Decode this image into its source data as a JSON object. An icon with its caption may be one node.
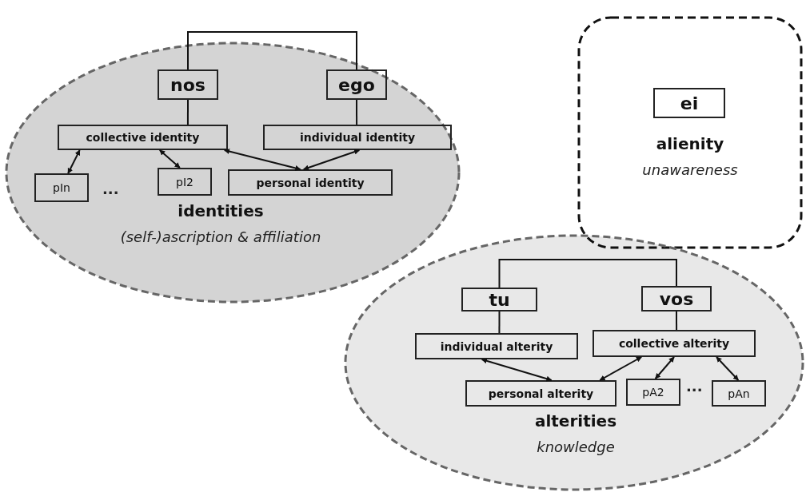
{
  "diagram": {
    "nodes": [
      {
        "text": [
          "identities",
          "(self-)ascription & affiliation"
        ]
      },
      {
        "text": [
          "nos"
        ],
        "in": 0
      },
      {
        "text": [
          "ego"
        ],
        "in": 0
      },
      {
        "text": [
          "collective identity"
        ],
        "in": 0
      },
      {
        "text": [
          "individual identity"
        ],
        "in": 0
      },
      {
        "text": [
          "pIn"
        ],
        "in": 0
      },
      {
        "text": [
          "pI2"
        ],
        "in": 0
      },
      {
        "text": [
          "personal identity"
        ],
        "in": 0
      },
      {
        "text": [
          "alienity",
          "unawareness"
        ]
      },
      {
        "text": [
          "ei"
        ],
        "in": 8
      },
      {
        "text": [
          "alterities",
          "knowledge"
        ]
      },
      {
        "text": [
          "tu"
        ],
        "in": 10
      },
      {
        "text": [
          "vos"
        ],
        "in": 10
      },
      {
        "text": [
          "individual alterity"
        ],
        "in": 10
      },
      {
        "text": [
          "collective alterity"
        ],
        "in": 10
      },
      {
        "text": [
          "personal alterity"
        ],
        "in": 10
      },
      {
        "text": [
          "pA2"
        ],
        "in": 10
      },
      {
        "text": [
          "pAn"
        ],
        "in": 10
      }
    ],
    "edges": [
      {
        "from": 1,
        "to": 2,
        "arrow": "none"
      },
      {
        "from": 1,
        "to": 3,
        "arrow": "none"
      },
      {
        "from": 2,
        "to": 4,
        "arrow": "none"
      },
      {
        "from": 3,
        "to": 5,
        "arrow": "both"
      },
      {
        "from": 3,
        "to": 6,
        "arrow": "both"
      },
      {
        "from": 3,
        "to": 7,
        "arrow": "both"
      },
      {
        "from": 4,
        "to": 7,
        "arrow": "both"
      },
      {
        "from": 11,
        "to": 12,
        "arrow": "none"
      },
      {
        "from": 11,
        "to": 13,
        "arrow": "none"
      },
      {
        "from": 12,
        "to": 14,
        "arrow": "none"
      },
      {
        "from": 13,
        "to": 15,
        "arrow": "both"
      },
      {
        "from": 14,
        "to": 15,
        "arrow": "both"
      },
      {
        "from": 14,
        "to": 16,
        "arrow": "both"
      },
      {
        "from": 14,
        "to": 17,
        "arrow": "both"
      }
    ],
    "labels": [
      "...",
      "···"
    ]
  }
}
